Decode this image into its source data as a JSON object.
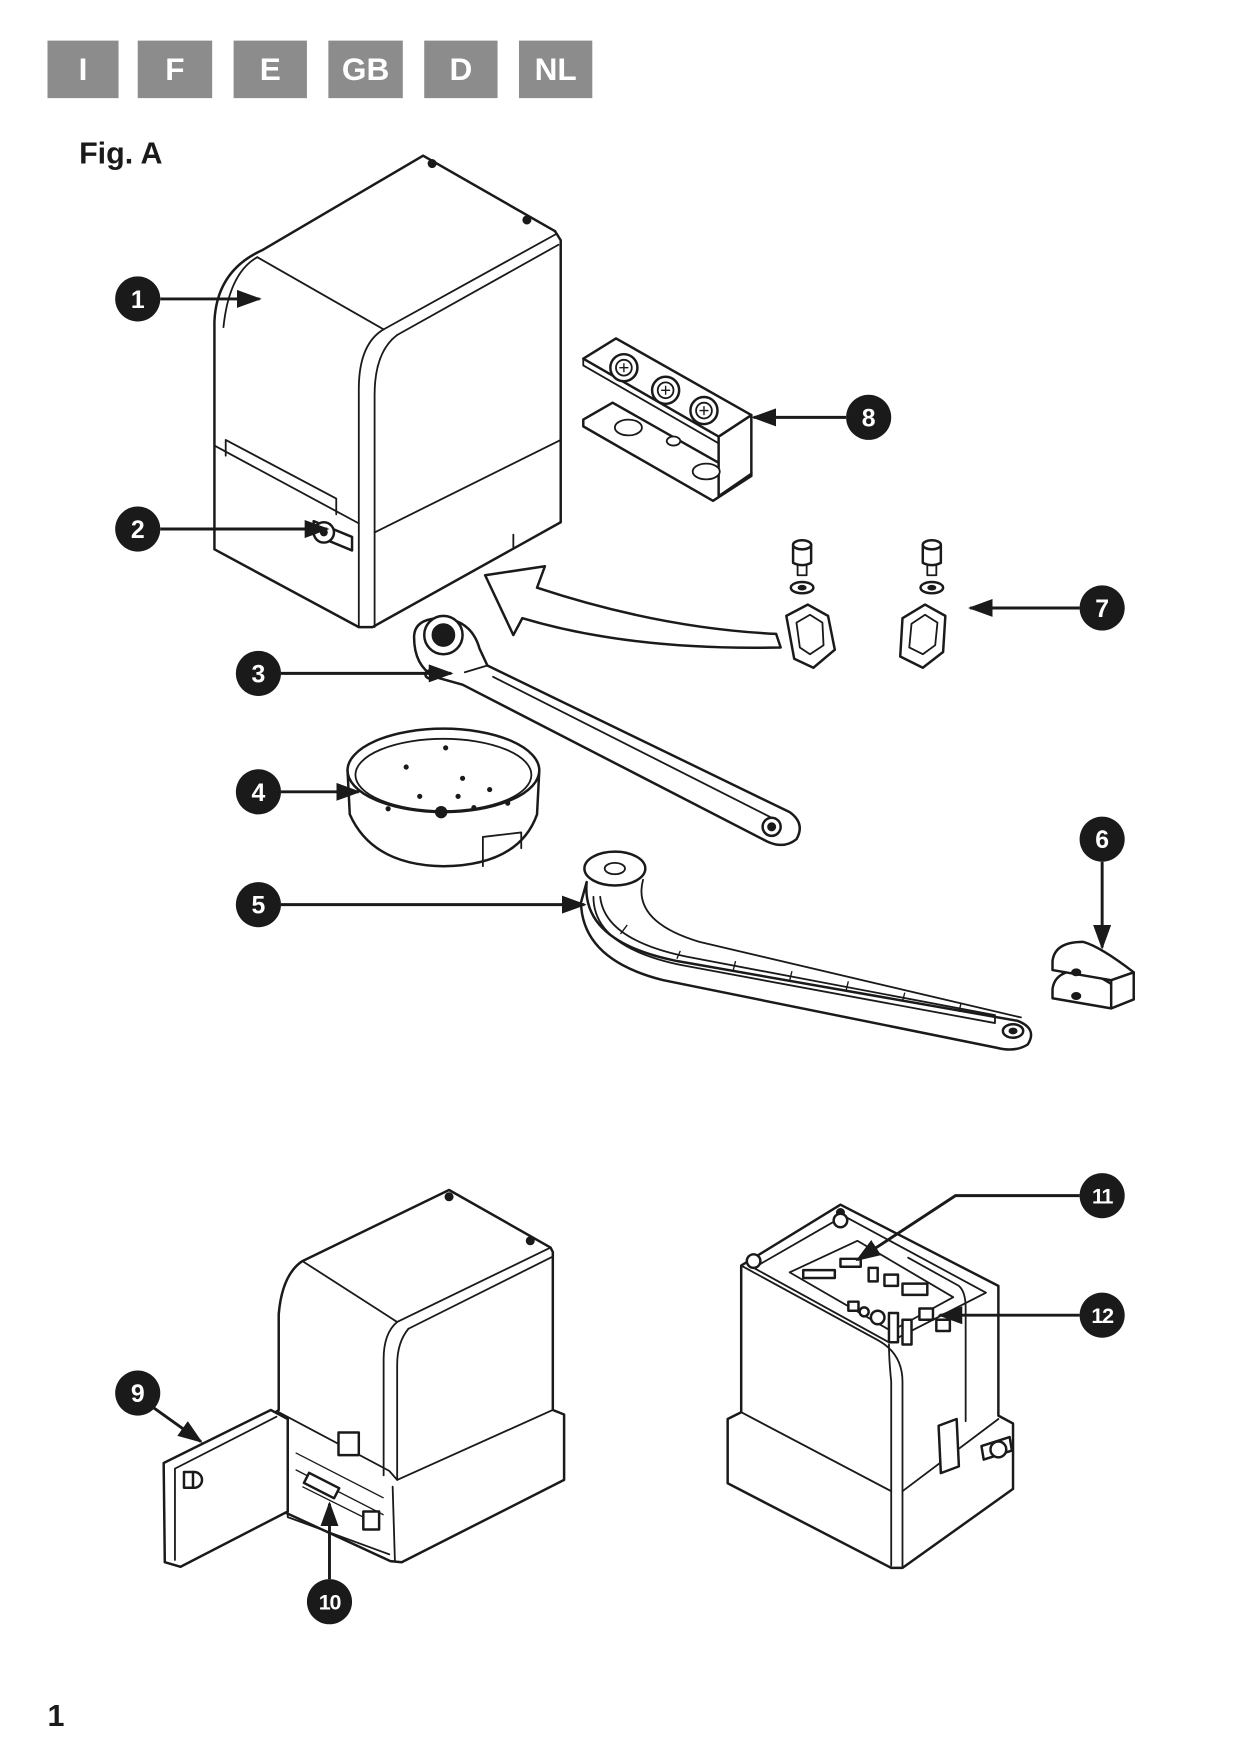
{
  "language_tabs": [
    "I",
    "F",
    "E",
    "GB",
    "D",
    "NL"
  ],
  "figure": {
    "title": "Fig. A"
  },
  "callouts": [
    "1",
    "2",
    "3",
    "4",
    "5",
    "6",
    "7",
    "8",
    "9",
    "10",
    "11",
    "12"
  ],
  "page_number": "1",
  "colors": {
    "tab_background": "#8c8c8c",
    "tab_text": "#ffffff",
    "callout": "#1a1a1a"
  }
}
